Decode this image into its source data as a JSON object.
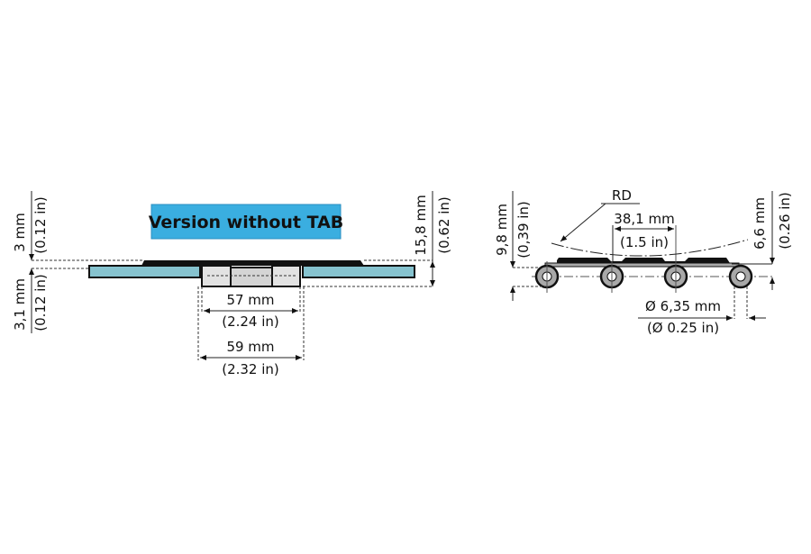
{
  "title": "Version without TAB",
  "left_view": {
    "dim_top_thickness": {
      "mm": "3 mm",
      "in": "(0.12 in)"
    },
    "dim_plate_thickness": {
      "mm": "3,1 mm",
      "in": "(0.12 in)"
    },
    "dim_total_height": {
      "mm": "15,8 mm",
      "in": "(0.62 in)"
    },
    "dim_inner_width": {
      "mm": "57 mm",
      "in": "(2.24 in)"
    },
    "dim_outer_width": {
      "mm": "59 mm",
      "in": "(2.32 in)"
    }
  },
  "right_view": {
    "rd_label": "RD",
    "dim_pitch": {
      "mm": "38,1 mm",
      "in": "(1.5 in)"
    },
    "dim_height": {
      "mm": "9,8 mm",
      "in": "(0,39 in)"
    },
    "dim_top": {
      "mm": "6,6 mm",
      "in": "(0.26 in)"
    },
    "dim_pin": {
      "mm": "Ø 6,35 mm",
      "in": "(Ø 0.25 in)"
    }
  },
  "colors": {
    "label_bg": "#3aaee0",
    "plate": "#86c3cf",
    "hinge": "#e2e2e2",
    "pin_ring": "#a8a8a8"
  }
}
